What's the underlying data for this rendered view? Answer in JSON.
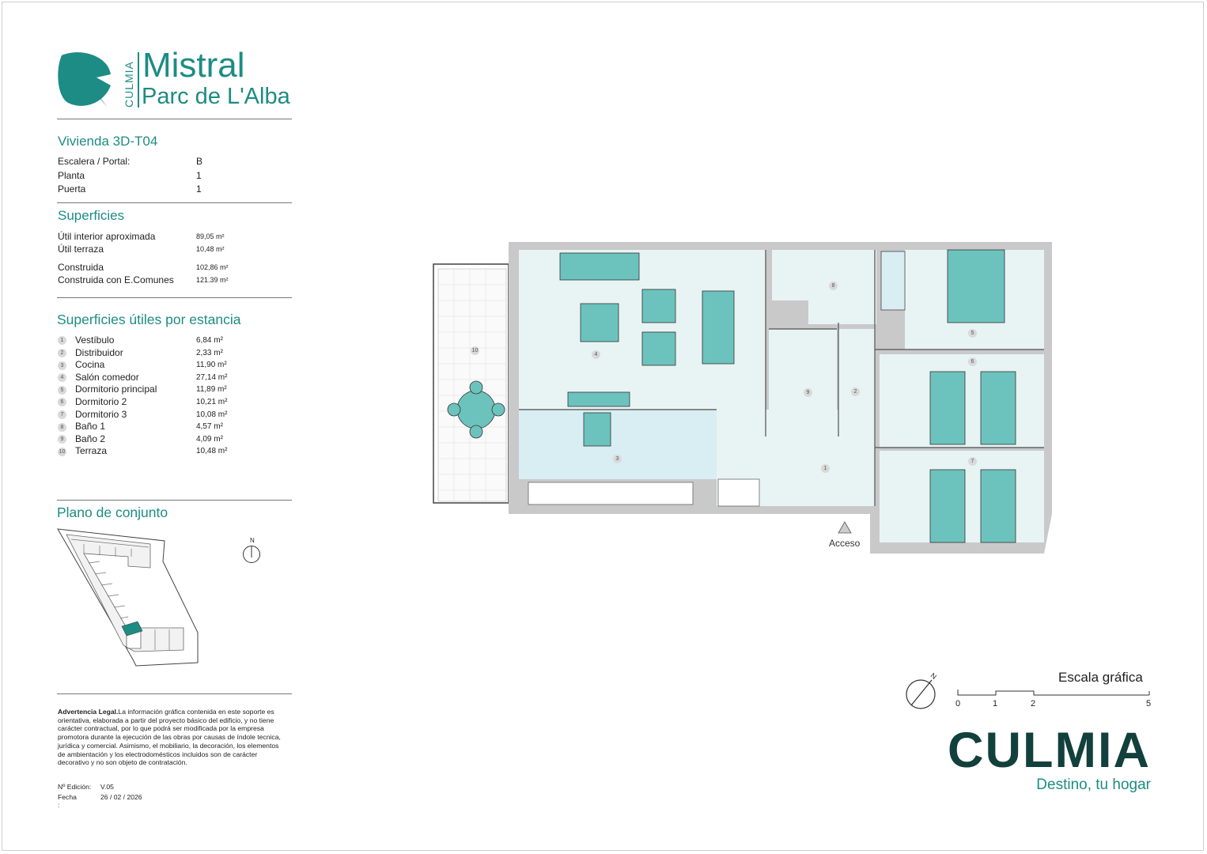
{
  "brand": {
    "vertical": "CULMIA",
    "title_line1": "Mistral",
    "title_line2": "Parc de L'Alba",
    "primary_color": "#1d8c84",
    "dark_color": "#12403c"
  },
  "unit": {
    "title": "Vivienda 3D-T04",
    "rows": [
      {
        "label": "Escalera / Portal:",
        "value": "B"
      },
      {
        "label": "Planta",
        "value": "1"
      },
      {
        "label": "Puerta",
        "value": "1"
      }
    ]
  },
  "surfaces": {
    "title": "Superficies",
    "rows": [
      {
        "label": "Útil interior aproximada",
        "value": "89,05 m²"
      },
      {
        "label": "Útil terraza",
        "value": "10,48 m²"
      },
      {
        "label": "Construida",
        "value": "102,86 m²"
      },
      {
        "label": "Construida con E.Comunes",
        "value": "121.39 m²"
      }
    ]
  },
  "rooms": {
    "title": "Superficies útiles por estancia",
    "items": [
      {
        "num": "1",
        "name": "Vestíbulo",
        "area": "6,84 m²"
      },
      {
        "num": "2",
        "name": "Distribuidor",
        "area": "2,33 m²"
      },
      {
        "num": "3",
        "name": "Cocina",
        "area": "11,90 m²"
      },
      {
        "num": "4",
        "name": "Salón comedor",
        "area": "27,14 m²"
      },
      {
        "num": "5",
        "name": "Dormitorio principal",
        "area": "11,89 m²"
      },
      {
        "num": "6",
        "name": "Dormitorio 2",
        "area": "10,21 m²"
      },
      {
        "num": "7",
        "name": "Dormitorio 3",
        "area": "10,08 m²"
      },
      {
        "num": "8",
        "name": "Baño 1",
        "area": "4,57 m²"
      },
      {
        "num": "9",
        "name": "Baño 2",
        "area": "4,09 m²"
      },
      {
        "num": "10",
        "name": "Terraza",
        "area": "10,48 m²"
      }
    ]
  },
  "site_plan": {
    "title": "Plano de conjunto",
    "north": "N"
  },
  "legal": {
    "heading": "Advertencia Legal.",
    "text": "La información gráfica contenida en este soporte es orientativa, elaborada a partir del proyecto básico del edificio, y no tiene carácter contractual, por lo que podrá ser modificada por la empresa promotora durante la ejecución de las obras por causas de índole tecnica, jurídica y comercial. Asimismo, el mobiliario, la decoración, los elementos de ambientación y los electrodomésticos incluidos son de carácter decorativo y no son objeto de contratación.",
    "edition_label": "Nº Edición:",
    "edition_value": "V.05",
    "date_label": "Fecha",
    "date_value": "26 / 02 / 2026",
    "trailing": ":"
  },
  "plan": {
    "access_label": "Acceso",
    "room_markers": [
      "1",
      "2",
      "3",
      "4",
      "5",
      "6",
      "7",
      "8",
      "9",
      "10"
    ]
  },
  "scale": {
    "title": "Escala gráfica",
    "ticks": [
      "0",
      "1",
      "2",
      "5"
    ],
    "north": "N"
  },
  "footer": {
    "logo": "CULMIA",
    "tagline": "Destino, tu hogar"
  }
}
